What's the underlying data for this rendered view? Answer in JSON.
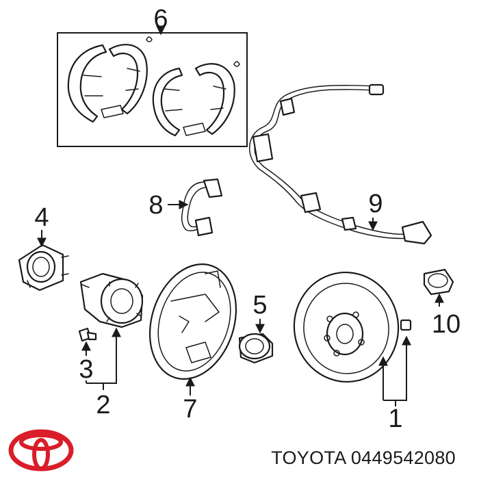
{
  "callouts": {
    "c1": "1",
    "c2": "2",
    "c3": "3",
    "c4": "4",
    "c5": "5",
    "c6": "6",
    "c7": "7",
    "c8": "8",
    "c9": "9",
    "c10": "10"
  },
  "caption": "TOYOTA 0449542080",
  "colors": {
    "logo": "#d91e2a",
    "ink": "#1a1a1a"
  }
}
